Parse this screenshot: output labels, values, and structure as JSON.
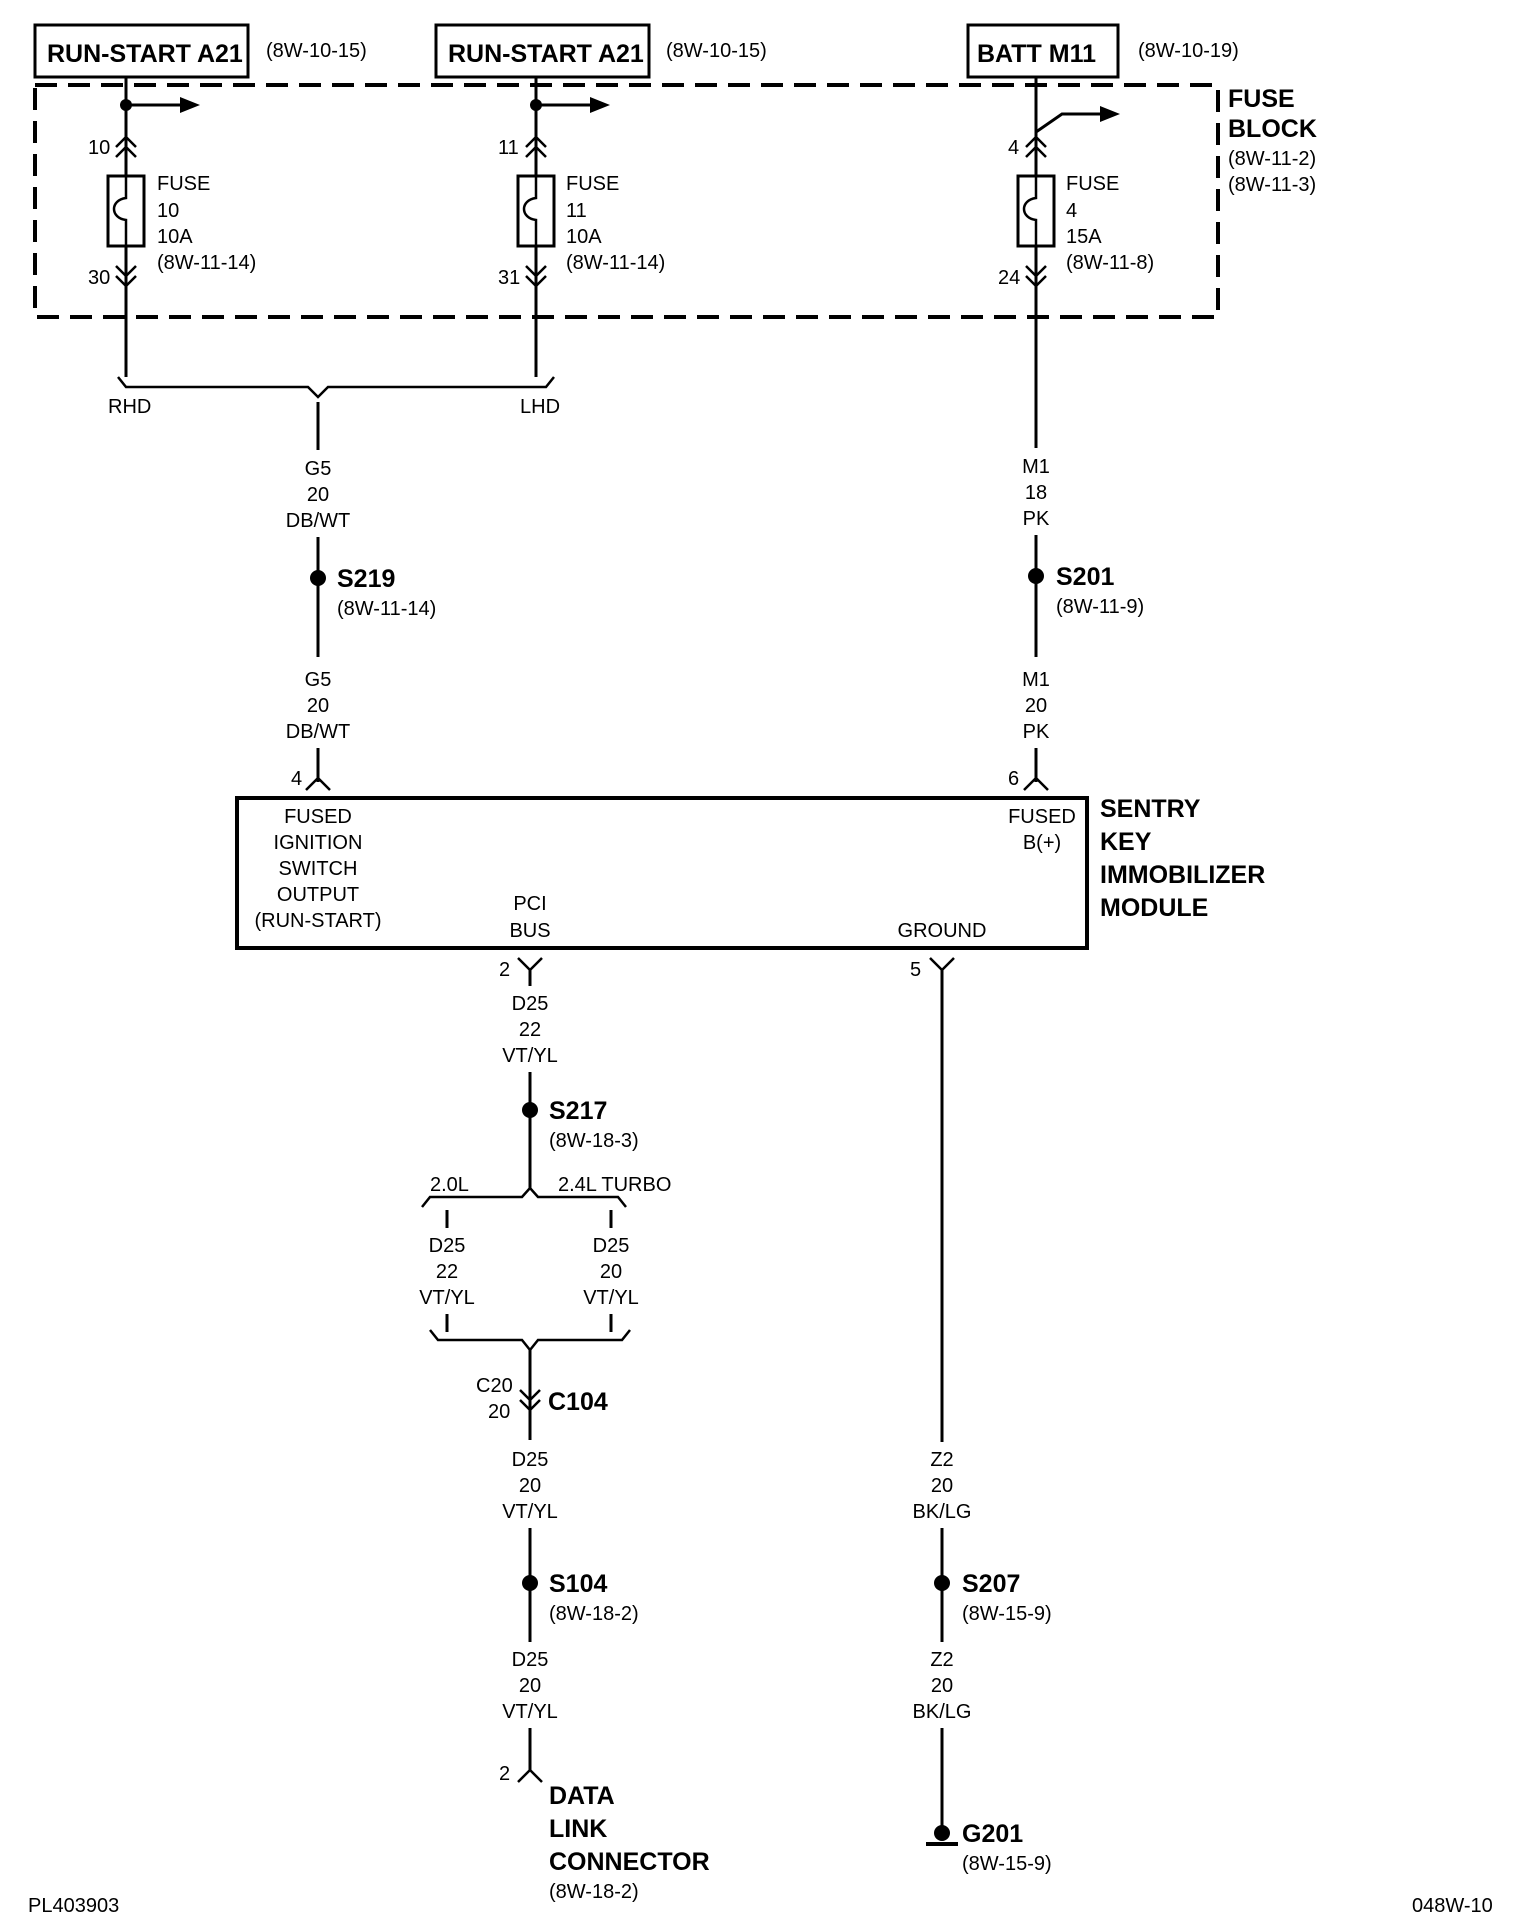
{
  "sources": {
    "left": {
      "title": "RUN-START A21",
      "ref": "(8W-10-15)"
    },
    "middle": {
      "title": "RUN-START A21",
      "ref": "(8W-10-15)"
    },
    "right": {
      "title": "BATT M11",
      "ref": "(8W-10-19)"
    }
  },
  "fuse_block": {
    "title_line1": "FUSE",
    "title_line2": "BLOCK",
    "ref1": "(8W-11-2)",
    "ref2": "(8W-11-3)",
    "fuses": [
      {
        "label": "FUSE",
        "number": "10",
        "rating": "10A",
        "ref": "(8W-11-14)",
        "pin_in": "10",
        "pin_out": "30"
      },
      {
        "label": "FUSE",
        "number": "11",
        "rating": "10A",
        "ref": "(8W-11-14)",
        "pin_in": "11",
        "pin_out": "31"
      },
      {
        "label": "FUSE",
        "number": "4",
        "rating": "15A",
        "ref": "(8W-11-8)",
        "pin_in": "4",
        "pin_out": "24"
      }
    ]
  },
  "options": {
    "rhd": "RHD",
    "lhd": "LHD",
    "engine_a": "2.0L",
    "engine_b": "2.4L TURBO"
  },
  "wires": {
    "g5_upper": {
      "circuit": "G5",
      "gauge": "20",
      "color": "DB/WT"
    },
    "g5_lower": {
      "circuit": "G5",
      "gauge": "20",
      "color": "DB/WT"
    },
    "m1_upper": {
      "circuit": "M1",
      "gauge": "18",
      "color": "PK"
    },
    "m1_lower": {
      "circuit": "M1",
      "gauge": "20",
      "color": "PK"
    },
    "d25_a": {
      "circuit": "D25",
      "gauge": "22",
      "color": "VT/YL"
    },
    "d25_left": {
      "circuit": "D25",
      "gauge": "22",
      "color": "VT/YL"
    },
    "d25_right": {
      "circuit": "D25",
      "gauge": "20",
      "color": "VT/YL"
    },
    "d25_b": {
      "circuit": "D25",
      "gauge": "20",
      "color": "VT/YL"
    },
    "d25_c": {
      "circuit": "D25",
      "gauge": "20",
      "color": "VT/YL"
    },
    "z2_upper": {
      "circuit": "Z2",
      "gauge": "20",
      "color": "BK/LG"
    },
    "z2_lower": {
      "circuit": "Z2",
      "gauge": "20",
      "color": "BK/LG"
    }
  },
  "splices": {
    "s219": {
      "name": "S219",
      "ref": "(8W-11-14)"
    },
    "s201": {
      "name": "S201",
      "ref": "(8W-11-9)"
    },
    "s217": {
      "name": "S217",
      "ref": "(8W-18-3)"
    },
    "s104": {
      "name": "S104",
      "ref": "(8W-18-2)"
    },
    "s207": {
      "name": "S207",
      "ref": "(8W-15-9)"
    }
  },
  "connector_c104": {
    "name": "C104",
    "pin_top": "C20",
    "pin_bottom": "20"
  },
  "module": {
    "name": [
      "SENTRY",
      "KEY",
      "IMMOBILIZER",
      "MODULE"
    ],
    "pin_ignition": "4",
    "pin_batt": "6",
    "pin_pci": "2",
    "pin_ground": "5",
    "ignition_label": [
      "FUSED",
      "IGNITION",
      "SWITCH",
      "OUTPUT",
      "(RUN-START)"
    ],
    "pci_label": [
      "PCI",
      "BUS"
    ],
    "batt_label": [
      "FUSED",
      "B(+)"
    ],
    "ground_label": "GROUND"
  },
  "dlc": {
    "name": [
      "DATA",
      "LINK",
      "CONNECTOR"
    ],
    "ref": "(8W-18-2)",
    "pin": "2"
  },
  "ground_g201": {
    "name": "G201",
    "ref": "(8W-15-9)"
  },
  "footer": {
    "left": "PL403903",
    "right": "048W-10"
  }
}
